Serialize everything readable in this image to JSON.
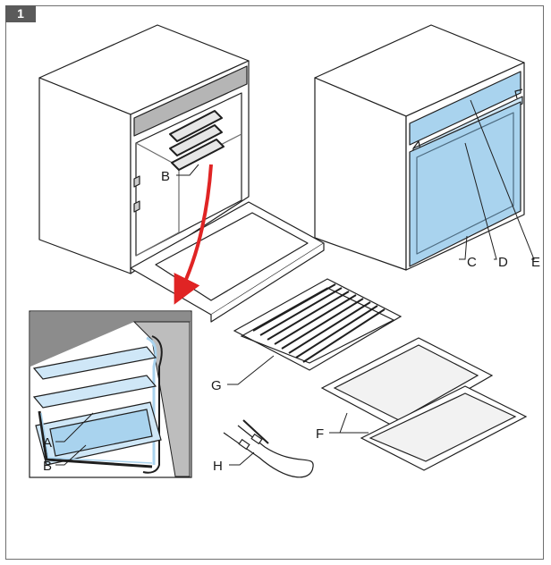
{
  "figure": {
    "number": "1"
  },
  "colors": {
    "accent_blue": "#a9d3ee",
    "accent_blue_light": "#cfe7f7",
    "pointer_red": "#e02424",
    "line": "#1f1f1f",
    "inset_grey": "#8c8c8c"
  },
  "callouts": {
    "A": "A",
    "B_oven": "B",
    "B_inset": "B",
    "C": "C",
    "D": "D",
    "E": "E",
    "F": "F",
    "G": "G",
    "H": "H"
  }
}
